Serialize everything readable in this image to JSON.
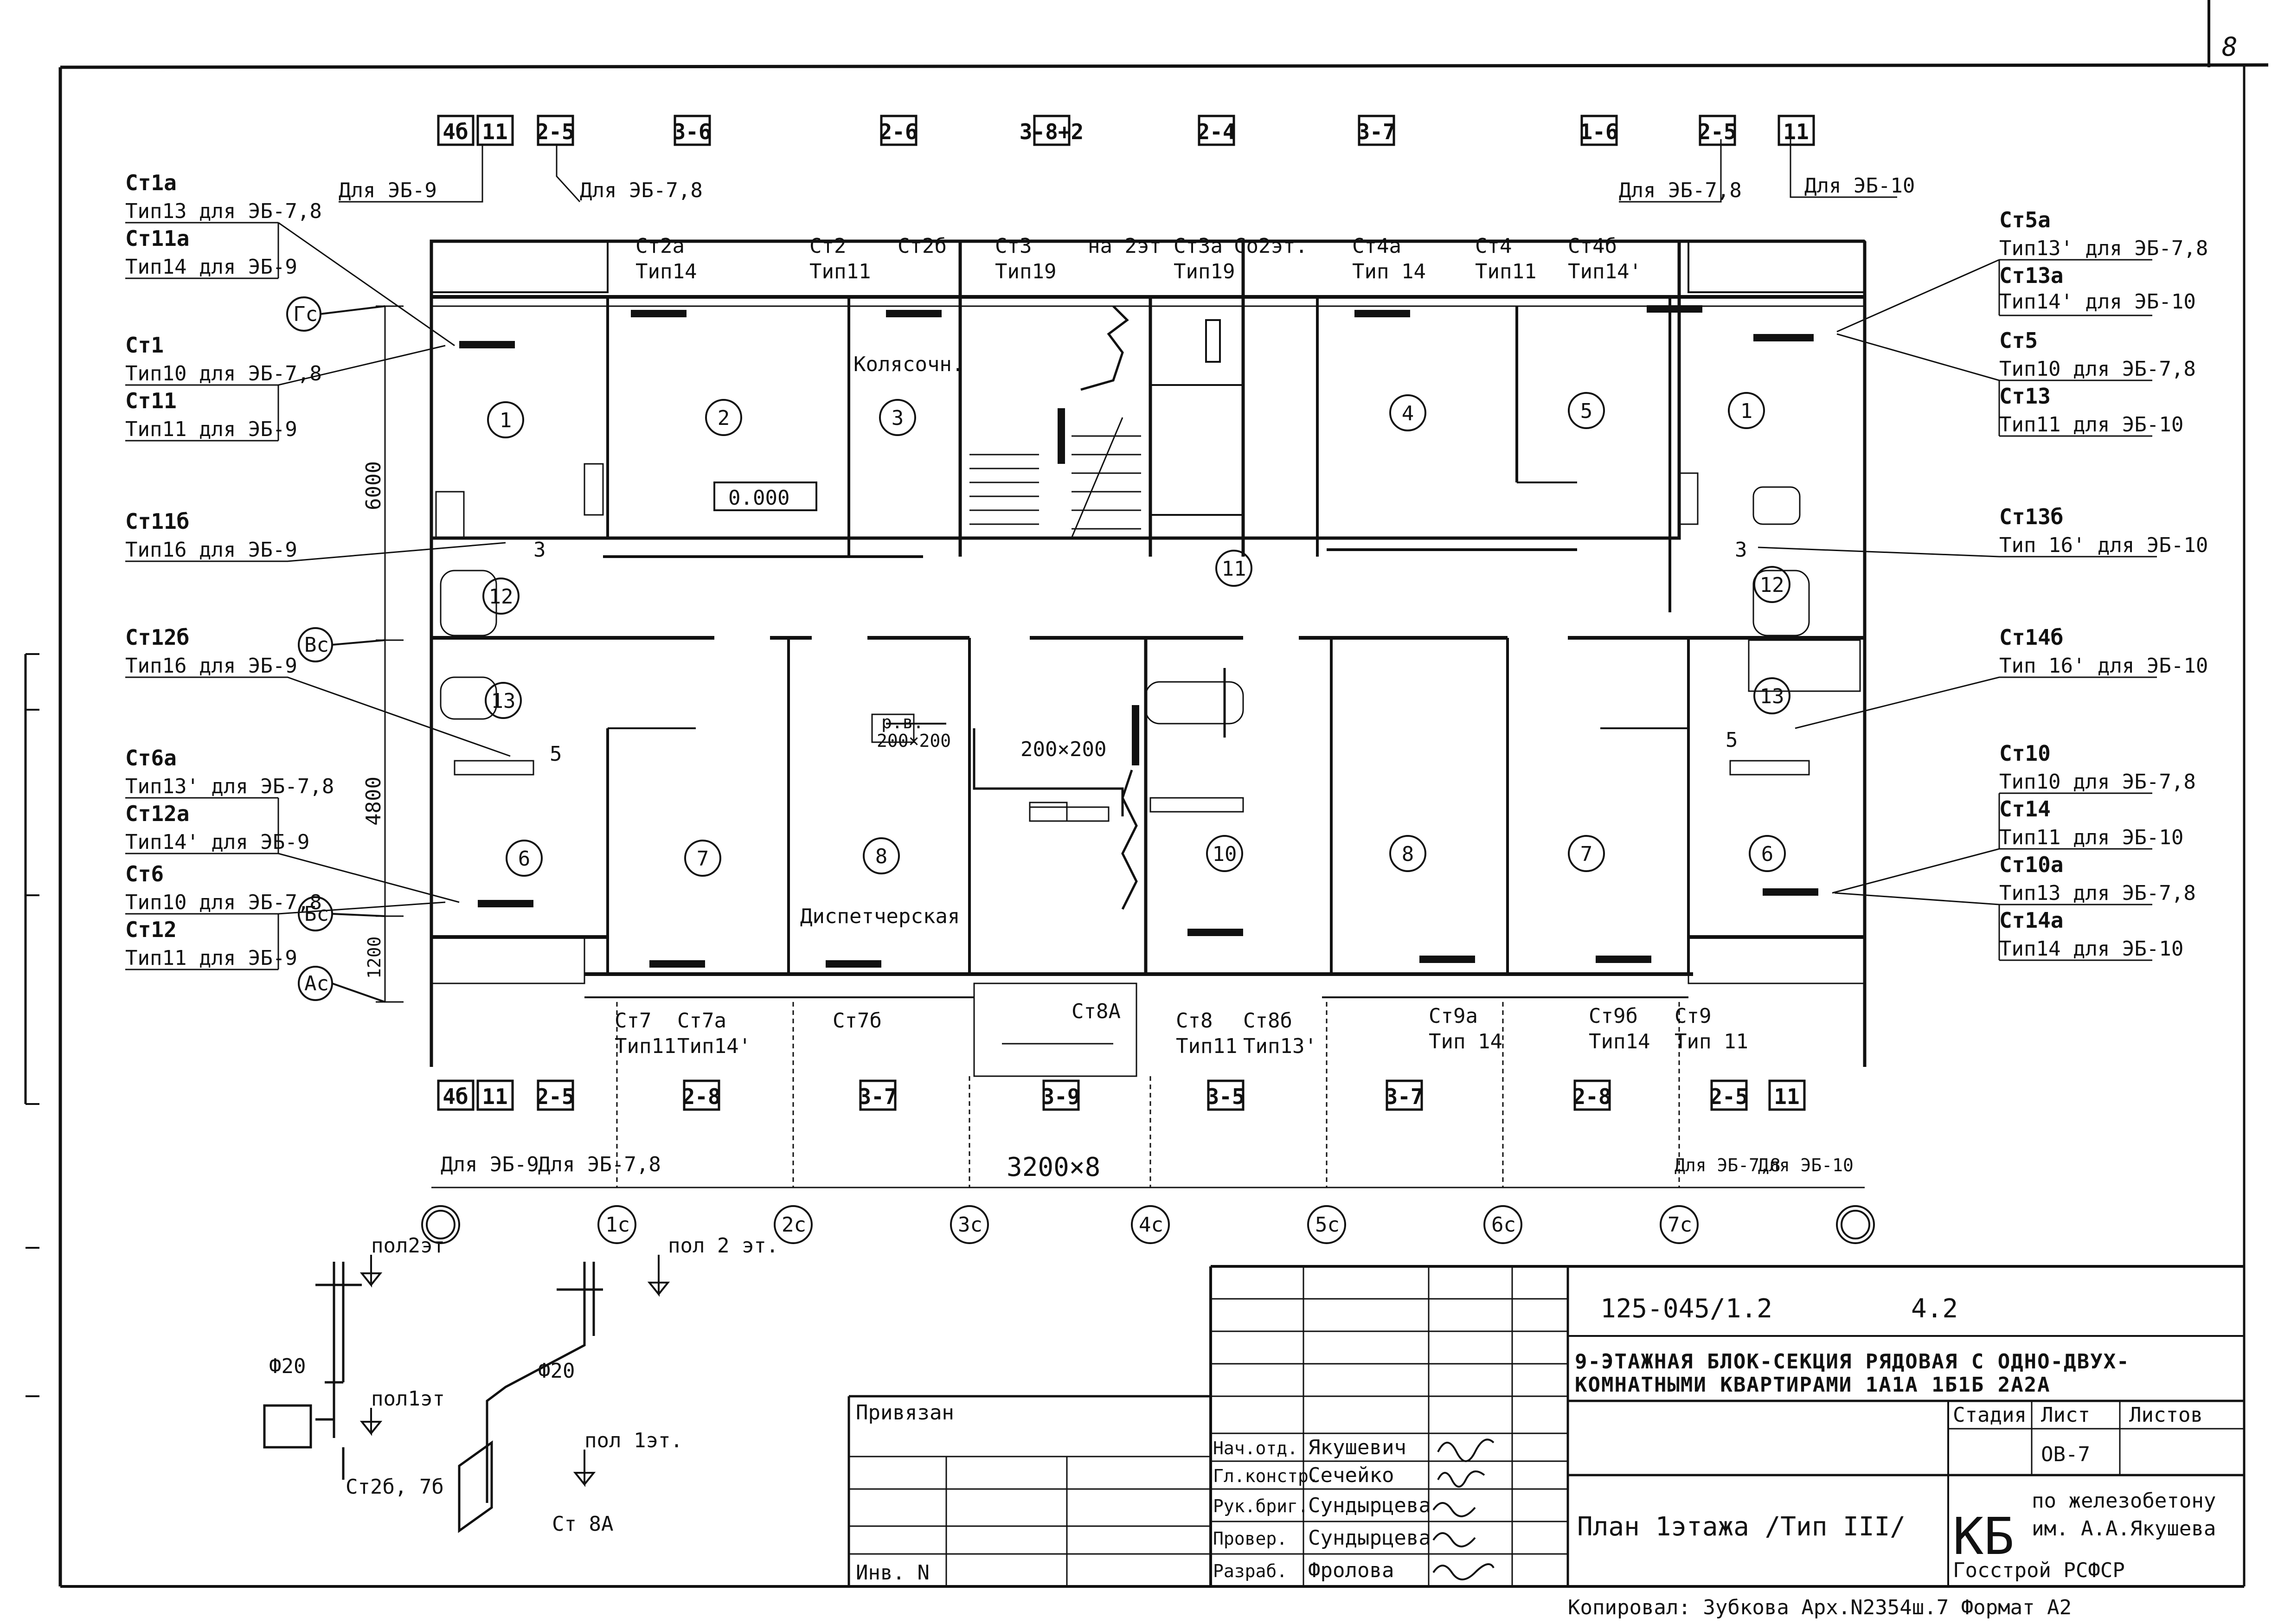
{
  "sheet_no": "8",
  "drawing": {
    "doc_code": "125-045/1.2",
    "doc_suffix": "4.2",
    "title_line1": "9-ЭТАЖНАЯ БЛОК-СЕКЦИЯ РЯДОВАЯ С ОДНО-ДВУХ-",
    "title_line2": "КОМНАТНЫМИ КВАРТИРАМИ 1А1А 1Б1Б 2А2А",
    "plan_name": "План 1этажа /Тип III/",
    "privyazan": "Привязан",
    "inv": "Инв. N",
    "stage_hdr": "Стадия",
    "sheet_hdr": "Лист",
    "sheets_hdr": "Листов",
    "sheet_code": "ОВ-7",
    "org_logo": "КБ",
    "org_line1": "по железобетону",
    "org_line2": "им. А.А.Якушева",
    "org_line3": "Госстрой РСФСР",
    "copied": "Копировал: Зубкова  Арх.N2354ш.7  Формат  А2",
    "signers": [
      {
        "role": "Нач.отд.",
        "name": "Якушевич"
      },
      {
        "role": "Гл.констр.",
        "name": "Сечейко"
      },
      {
        "role": "Рук.бриг.",
        "name": "Сундырцева"
      },
      {
        "role": "Провер.",
        "name": "Сундырцева"
      },
      {
        "role": "Разраб.",
        "name": "Фролова"
      }
    ]
  },
  "rooms": [
    "1",
    "2",
    "3",
    "4",
    "5",
    "1",
    "11",
    "12",
    "12",
    "13",
    "13",
    "6",
    "7",
    "8",
    "10",
    "8",
    "7",
    "6"
  ],
  "room_names": {
    "kolyas": "Колясочн.",
    "disp": "Диспетчерская",
    "level": "0.000"
  },
  "axes_rows": [
    "Гс",
    "Вс",
    "Бс",
    "Ас"
  ],
  "axes_cols": [
    "1с",
    "2с",
    "3с",
    "4с",
    "5с",
    "6с",
    "7с"
  ],
  "dims": {
    "d6000": "6000",
    "d4800": "4800",
    "d1200": "1200",
    "span": "3200×8"
  },
  "duct": {
    "pv": "р.в.",
    "pv_size": "200×200",
    "size": "200×200"
  },
  "top_boxes": [
    "4б",
    "11",
    "2-5",
    "3-6",
    "2-6",
    "3-8+2",
    "2-4",
    "3-7",
    "1-6",
    "2-5",
    "11"
  ],
  "bottom_boxes": [
    "4б",
    "11",
    "2-5",
    "2-8",
    "3-7",
    "3-9",
    "3-5",
    "3-7",
    "2-8",
    "2-5",
    "11"
  ],
  "box_notes": {
    "t1": "Для ЭБ-9",
    "t2": "Для ЭБ-7,8",
    "t3": "Для ЭБ-7,8",
    "t4": "Для ЭБ-10",
    "b1": "Для ЭБ-9",
    "b2": "Для ЭБ-7,8",
    "b3": "Для ЭБ-7,8",
    "b4": "Для ЭБ-10"
  },
  "left_notes": [
    {
      "a": "Ст1а",
      "b": "Тип13 для ЭБ-7,8",
      "c": "Ст11а",
      "d": "Тип14 для ЭБ-9"
    },
    {
      "a": "Ст1",
      "b": "Тип10 для ЭБ-7,8",
      "c": "Ст11",
      "d": "Тип11 для ЭБ-9"
    },
    {
      "a": "Ст11б",
      "b": "Тип16 для ЭБ-9"
    },
    {
      "a": "Ст12б",
      "b": "Тип16 для ЭБ-9"
    },
    {
      "a": "Ст6а",
      "b": "Тип13' для ЭБ-7,8",
      "c": "Ст12а",
      "d": "Тип14' для ЭБ-9"
    },
    {
      "a": "Ст6",
      "b": "Тип10 для ЭБ-7,8",
      "c": "Ст12",
      "d": "Тип11 для ЭБ-9"
    }
  ],
  "right_notes": [
    {
      "a": "Ст5а",
      "b": "Тип13' для ЭБ-7,8",
      "c": "Ст13а",
      "d": "Тип14' для ЭБ-10"
    },
    {
      "a": "Ст5",
      "b": "Тип10 для ЭБ-7,8",
      "c": "Ст13",
      "d": "Тип11 для ЭБ-10"
    },
    {
      "a": "Ст13б",
      "b": "Тип 16' для ЭБ-10"
    },
    {
      "a": "Ст14б",
      "b": "Тип 16' для ЭБ-10"
    },
    {
      "a": "Ст10",
      "b": "Тип10 для ЭБ-7,8",
      "c": "Ст14",
      "d": "Тип11 для ЭБ-10"
    },
    {
      "a": "Ст10а",
      "b": "Тип13 для ЭБ-7,8",
      "c": "Ст14а",
      "d": "Тип14 для ЭБ-10"
    }
  ],
  "risers_top": [
    {
      "a": "Ст2а",
      "b": "Тип14"
    },
    {
      "a": "Ст2",
      "b": "Тип11"
    },
    {
      "a": "Ст2б",
      "b": ""
    },
    {
      "a": "Ст3",
      "b": "Тип19"
    },
    {
      "a": "на 2эт",
      "b": ""
    },
    {
      "a": "Ст3а",
      "b": "Тип19"
    },
    {
      "a": "Со2эт.",
      "b": ""
    },
    {
      "a": "Ст4а",
      "b": "Тип 14"
    },
    {
      "a": "Ст4",
      "b": "Тип11"
    },
    {
      "a": "Ст4б",
      "b": "Тип14'"
    }
  ],
  "risers_bottom": [
    {
      "a": "Ст7",
      "b": "Тип11"
    },
    {
      "a": "Ст7а",
      "b": "Тип14'"
    },
    {
      "a": "Ст7б",
      "b": ""
    },
    {
      "a": "Ст8А",
      "b": ""
    },
    {
      "a": "Ст8",
      "b": "Тип11"
    },
    {
      "a": "Ст8б",
      "b": "Тип13'"
    },
    {
      "a": "Ст9а",
      "b": "Тип 14"
    },
    {
      "a": "Ст9б",
      "b": "Тип14"
    },
    {
      "a": "Ст9",
      "b": "Тип 11"
    }
  ],
  "fixture_nums": [
    "3",
    "5",
    "3",
    "5"
  ],
  "details": {
    "pol2_a": "пол2эт",
    "pol1_a": "пол1эт",
    "phi_a": "Ф20",
    "st_a": "Ст2б, 7б",
    "pol2_b": "пол 2 эт.",
    "pol1_b": "пол 1эт.",
    "phi_b": "Ф20",
    "st_b": "Ст 8А"
  }
}
